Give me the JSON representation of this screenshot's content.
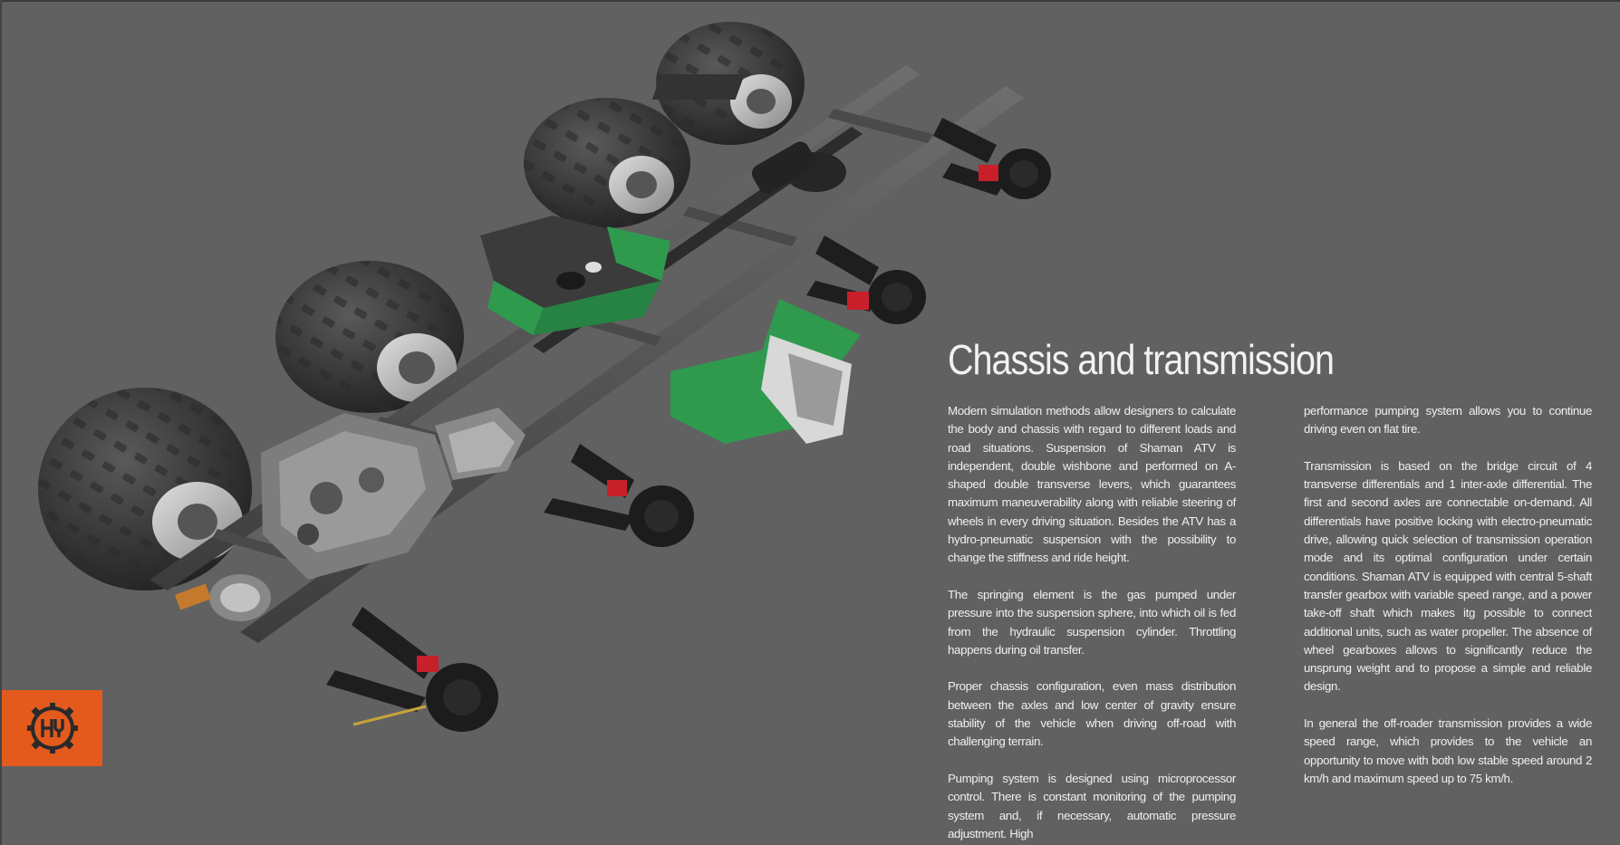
{
  "heading": "Chassis and transmission",
  "left_column": {
    "p1": "Modern simulation methods allow designers to calculate the body and chassis with regard to different loads and road situations. Suspension of Shaman ATV is independent, double wishbone and performed on A-shaped double transverse levers, which guarantees maximum maneuverability along with reliable steering of wheels in every driving situation. Besides the ATV has a hydro-pneumatic suspension with the possibility to change the stiffness and ride height.",
    "p2": "The springing element is the gas pumped under pressure into the suspension sphere, into which oil is fed from the hydraulic suspension cylinder. Throttling happens during oil transfer.",
    "p3": "Proper chassis configuration, even mass distribution between the axles and low center of gravity ensure stability of the vehicle when driving off-road with challenging terrain.",
    "p4": "Pumping system is designed using microprocessor control. There is constant monitoring of the pumping system and, if necessary, automatic pressure adjustment. High"
  },
  "right_column": {
    "p1": "performance pumping system allows you to continue driving even on flat tire.",
    "p2": "Transmission is based on the bridge circuit of 4 transverse differentials and 1 inter-axle differential. The first and second axles are connectable on-demand. All differentials have positive locking with electro-pneumatic drive, allowing quick selection of transmission operation mode and its optimal configuration under certain conditions. Shaman ATV is equipped with central 5-shaft transfer gearbox with variable speed range, and a power take-off shaft which makes itg possible to connect additional units, such as water propeller. The absence of wheel gearboxes allows to significantly reduce the unsprung weight and to propose a simple and reliable design.",
    "p3": "In general the off-roader transmission provides a wide speed range, which provides to the vehicle an opportunity to move with both low stable speed around 2 km/h and maximum speed up to 75 km/h."
  },
  "colors": {
    "background": "#616161",
    "logo_orange": "#e35a1c",
    "text": "#f0f0f0",
    "accent_green": "#2f9a4e",
    "accent_red": "#c8202a"
  },
  "icons": {
    "logo": "gear-emblem-icon"
  }
}
